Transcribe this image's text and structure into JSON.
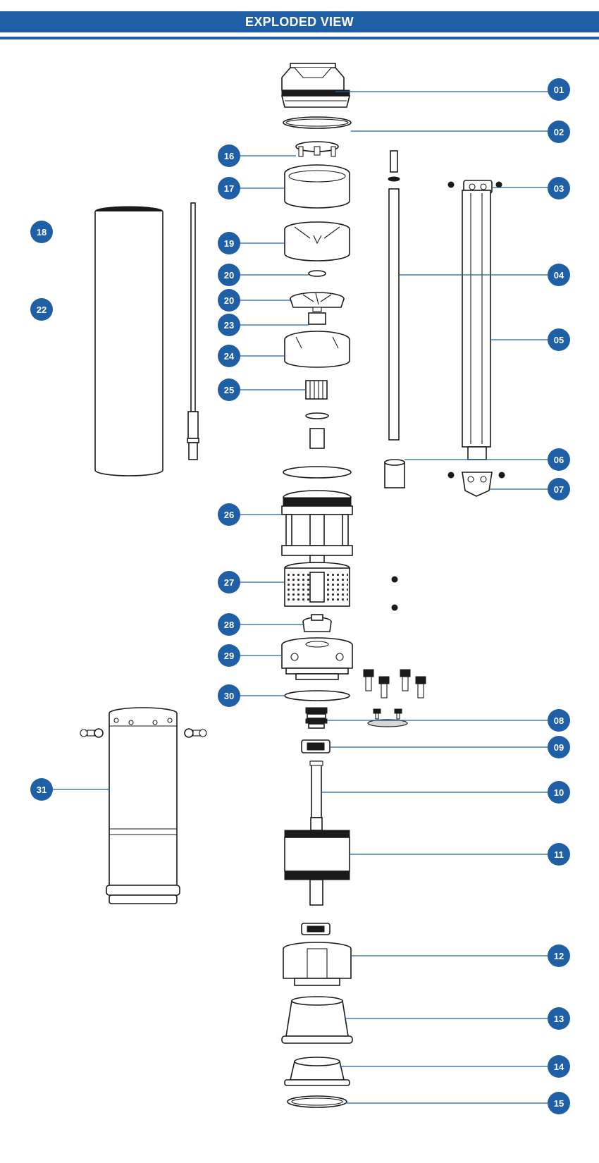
{
  "header": {
    "title": "EXPLODED VIEW"
  },
  "colors": {
    "accent": "#1f5fa6",
    "line": "#1a1a1a",
    "background": "#ffffff"
  },
  "part_labels": {
    "p01": "01",
    "p02": "02",
    "p03": "03",
    "p04": "04",
    "p05": "05",
    "p06": "06",
    "p07": "07",
    "p08": "08",
    "p09": "09",
    "p10": "10",
    "p11": "11",
    "p12": "12",
    "p13": "13",
    "p14": "14",
    "p15": "15",
    "p16": "16",
    "p17": "17",
    "p18": "18",
    "p19": "19",
    "p20a": "20",
    "p20b": "20",
    "p22": "22",
    "p23": "23",
    "p24": "24",
    "p25": "25",
    "p26": "26",
    "p27": "27",
    "p28": "28",
    "p29": "29",
    "p30": "30",
    "p31": "31"
  }
}
